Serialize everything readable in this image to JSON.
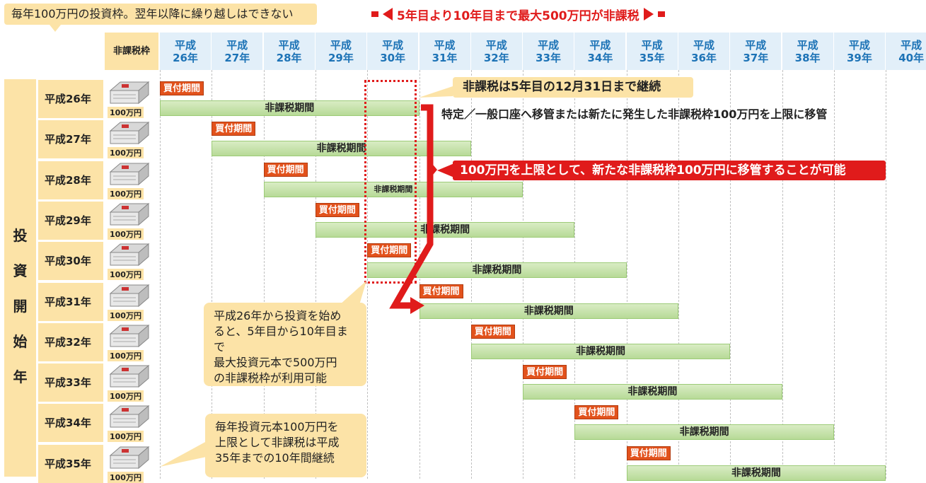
{
  "top_note": "毎年100万円の投資枠。翌年以降に繰り越しはできない",
  "banner_text": "5年目より10年目まで最大500万円が非課税",
  "header_label": "非課税枠",
  "years_top": [
    "平成",
    "平成",
    "平成",
    "平成",
    "平成",
    "平成",
    "平成",
    "平成",
    "平成",
    "平成",
    "平成",
    "平成",
    "平成",
    "平成",
    "平成"
  ],
  "years_bottom": [
    "26年",
    "27年",
    "28年",
    "29年",
    "30年",
    "31年",
    "32年",
    "33年",
    "34年",
    "35年",
    "36年",
    "37年",
    "38年",
    "39年",
    "40年"
  ],
  "side_label": [
    "投",
    "資",
    "開",
    "始",
    "年"
  ],
  "rows": [
    {
      "label": "平成26年",
      "amount": "100万円",
      "buy": "買付期間",
      "tax": "非課税期間"
    },
    {
      "label": "平成27年",
      "amount": "100万円",
      "buy": "買付期間",
      "tax": "非課税期間"
    },
    {
      "label": "平成28年",
      "amount": "100万円",
      "buy": "買付期間",
      "tax": "非課税期間"
    },
    {
      "label": "平成29年",
      "amount": "100万円",
      "buy": "買付期間",
      "tax": "非課税期間"
    },
    {
      "label": "平成30年",
      "amount": "100万円",
      "buy": "買付期間",
      "tax": "非課税期間"
    },
    {
      "label": "平成31年",
      "amount": "100万円",
      "buy": "買付期間",
      "tax": "非課税期間"
    },
    {
      "label": "平成32年",
      "amount": "100万円",
      "buy": "買付期間",
      "tax": "非課税期間"
    },
    {
      "label": "平成33年",
      "amount": "100万円",
      "buy": "買付期間",
      "tax": "非課税期間"
    },
    {
      "label": "平成34年",
      "amount": "100万円",
      "buy": "買付期間",
      "tax": "非課税期間"
    },
    {
      "label": "平成35年",
      "amount": "100万円",
      "buy": "買付期間",
      "tax": "非課税期間"
    }
  ],
  "callout_tax_continue": "非課税は5年目の12月31日まで継続",
  "note_transfer": "特定／一般口座へ移管または新たに発生した非課税枠100万円を上限に移管",
  "red_note": "100万円を上限として、新たな非課税枠100万円に移管することが可能",
  "bubble_1": [
    "平成26年から投資を始め",
    "ると、5年目から10年目まで",
    "最大投資元本で500万円",
    "の非課税枠が利用可能"
  ],
  "bubble_2": [
    "毎年投資元本100万円を",
    "上限として非課税は平成",
    "35年までの10年間継続"
  ],
  "colors": {
    "accent_red": "#e01b1b",
    "buy_orange": "#e2521c",
    "tax_green": "#b7da97",
    "cream": "#fce3a7",
    "header_blue": "#e2eff9",
    "year_blue": "#1d73b6"
  }
}
